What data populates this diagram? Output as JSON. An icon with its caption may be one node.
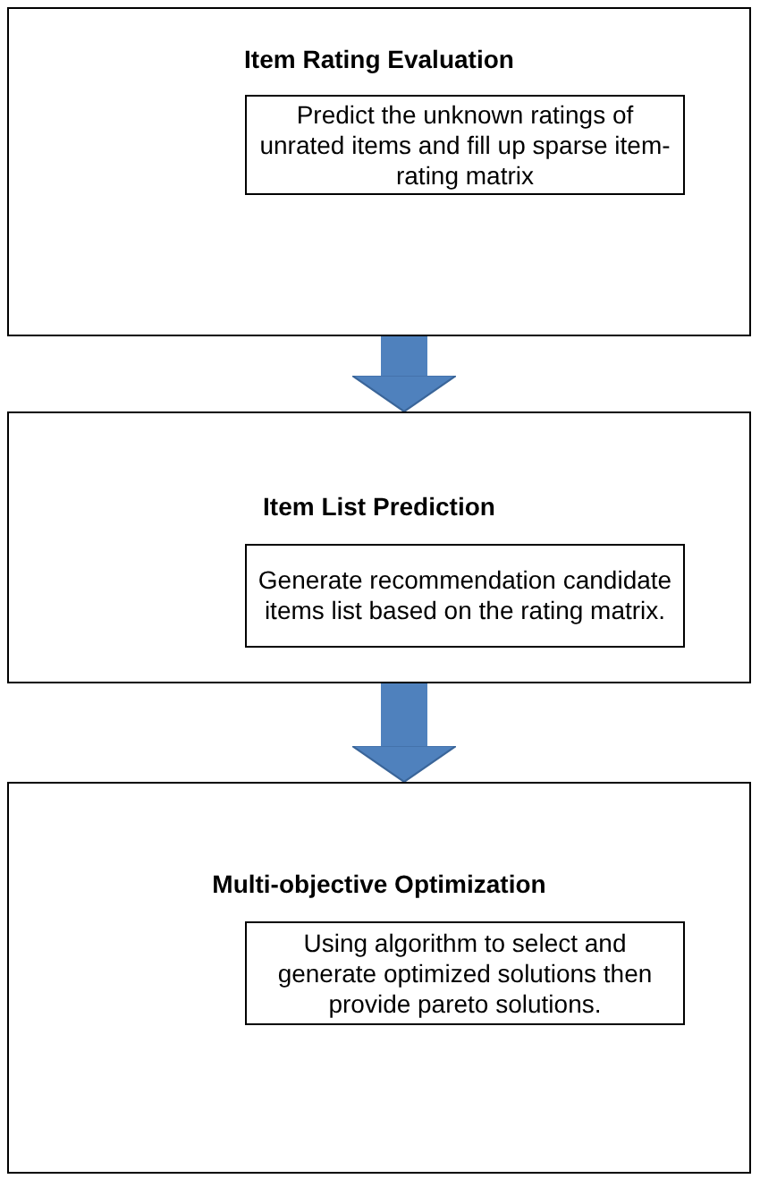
{
  "diagram": {
    "nodes": [
      {
        "text": [
          "Item Rating Evaluation"
        ]
      },
      {
        "text": [
          "Predict the unknown ratings of unrated items and fill up sparse item-rating matrix"
        ],
        "in": 0
      },
      {
        "text": [
          "Item List Prediction"
        ]
      },
      {
        "text": [
          "Generate recommendation candidate items list based on the rating matrix."
        ],
        "in": 2
      },
      {
        "text": [
          "Multi-objective Optimization"
        ]
      },
      {
        "text": [
          "Using algorithm to select and generate optimized solutions then provide pareto solutions."
        ],
        "in": 4
      }
    ],
    "edges": [
      {
        "from": 0,
        "to": 2,
        "arrow": "to"
      },
      {
        "from": 2,
        "to": 4,
        "arrow": "to"
      }
    ]
  }
}
